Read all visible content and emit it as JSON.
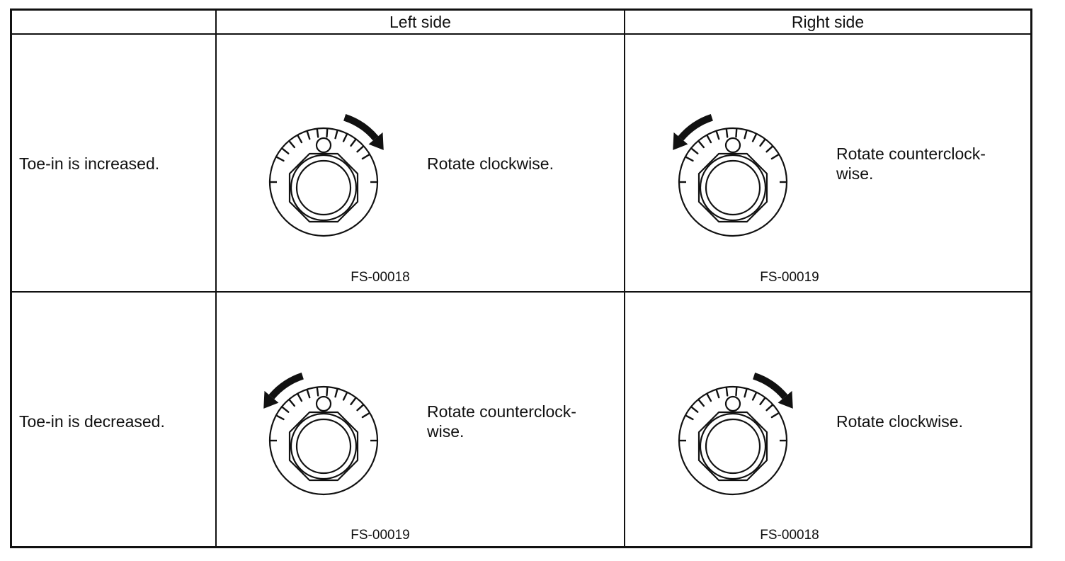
{
  "table": {
    "headers": {
      "corner": "",
      "left": "Left side",
      "right": "Right side"
    },
    "rows": [
      {
        "label": "Toe-in is increased.",
        "left": {
          "instruction_line1": "Rotate clockwise.",
          "instruction_line2": "",
          "code": "FS-00018",
          "direction": "clockwise"
        },
        "right": {
          "instruction_line1": "Rotate counterclock-",
          "instruction_line2": "wise.",
          "code": "FS-00019",
          "direction": "counterclockwise"
        }
      },
      {
        "label": "Toe-in is decreased.",
        "left": {
          "instruction_line1": "Rotate counterclock-",
          "instruction_line2": "wise.",
          "code": "FS-00019",
          "direction": "counterclockwise"
        },
        "right": {
          "instruction_line1": "Rotate clockwise.",
          "instruction_line2": "",
          "code": "FS-00018",
          "direction": "clockwise"
        }
      }
    ]
  }
}
